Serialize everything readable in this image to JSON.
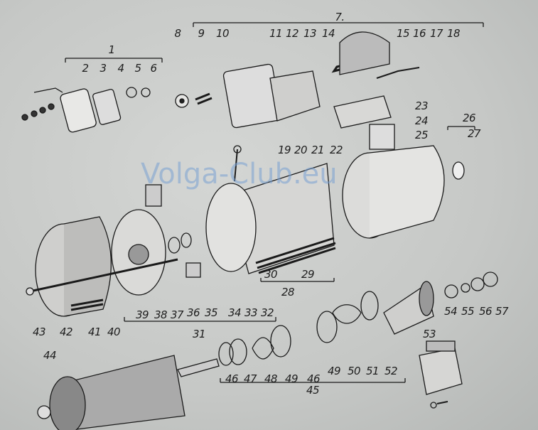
{
  "watermark": "Volga-Club.eu",
  "labels": {
    "n1": "1",
    "n2": "2",
    "n3": "3",
    "n4": "4",
    "n5": "5",
    "n6": "6",
    "n7": "7.",
    "n8": "8",
    "n9": "9",
    "n10": "10",
    "n11": "11",
    "n12": "12",
    "n13": "13",
    "n14": "14",
    "n15": "15",
    "n16": "16",
    "n17": "17",
    "n18": "18",
    "n19": "19",
    "n20": "20",
    "n21": "21",
    "n22": "22",
    "n23": "23",
    "n24": "24",
    "n25": "25",
    "n26": "26",
    "n27": "27",
    "n28": "28",
    "n29": "29",
    "n30": "30",
    "n31": "31",
    "n32": "32",
    "n33": "33",
    "n34": "34",
    "n35": "35",
    "n36": "36",
    "n37": "37",
    "n38": "38",
    "n39": "39",
    "n40": "40",
    "n41": "41",
    "n42": "42",
    "n43": "43",
    "n44": "44",
    "n45": "45",
    "n46a": "46",
    "n47": "47",
    "n48": "48",
    "n49a": "49",
    "n46b": "46",
    "n49b": "49",
    "n50": "50",
    "n51": "51",
    "n52": "52",
    "n53": "53",
    "n54": "54",
    "n55": "55",
    "n56": "56",
    "n57": "57"
  }
}
